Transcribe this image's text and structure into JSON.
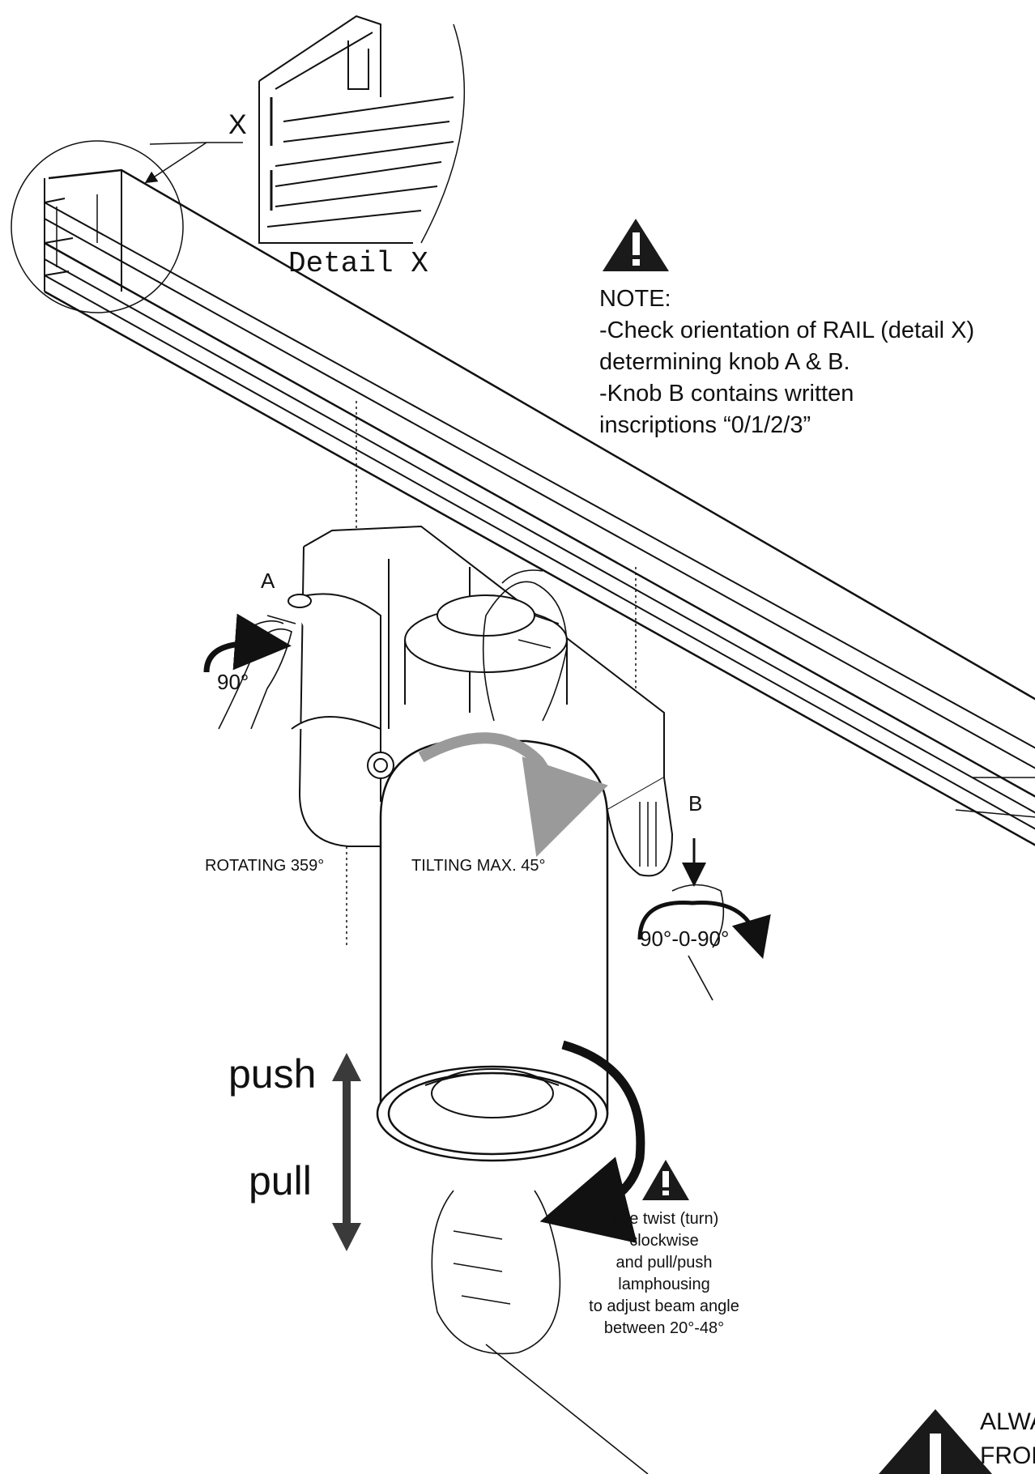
{
  "detail": {
    "callout": "X",
    "caption": "Detail X"
  },
  "note": {
    "title": "NOTE:",
    "lines": [
      "-Check orientation of RAIL (detail X)",
      "determining knob A & B.",
      "-Knob B contains written",
      "inscriptions “0/1/2/3”"
    ]
  },
  "knob_a": {
    "label": "A",
    "angle": "90°"
  },
  "knob_b": {
    "label": "B",
    "angle": "90°-0-90°"
  },
  "rotating": "ROTATING 359°",
  "tilting": "TILTING MAX. 45°",
  "push": "push",
  "pull": "pull",
  "twist": {
    "lines": [
      "little twist (turn)",
      "clockwise",
      "and pull/push",
      "lamphousing",
      "to adjust beam angle",
      "between 20°-48°"
    ]
  },
  "always": {
    "lines": [
      "ALWA",
      "FROM"
    ]
  },
  "colors": {
    "ink": "#111111",
    "warning": "#1a1a1a",
    "tilt_arrow": "#9a9a9a"
  }
}
